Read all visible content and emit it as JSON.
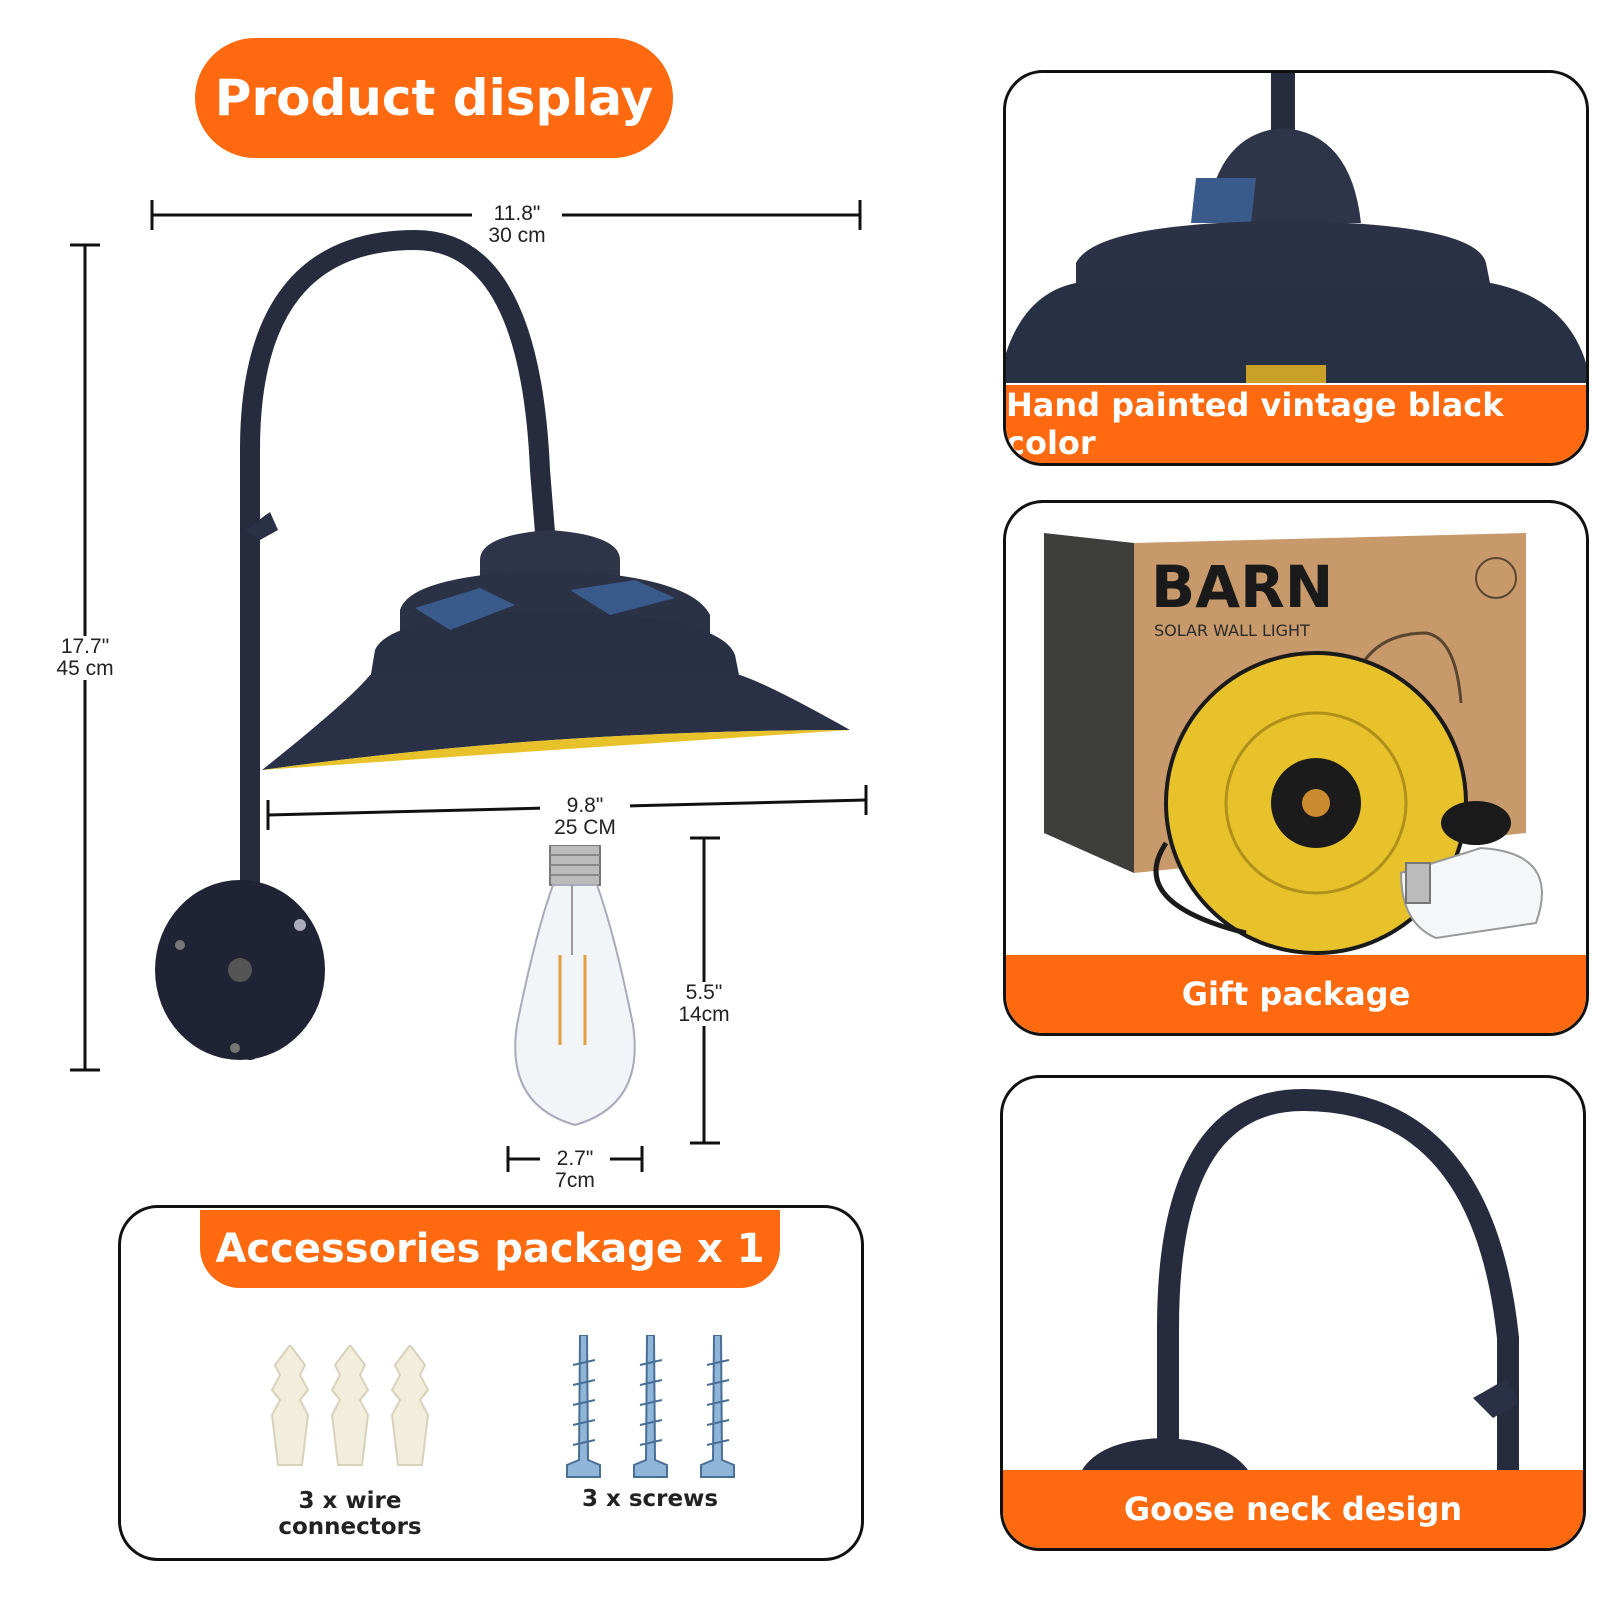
{
  "header": {
    "title": "Product display"
  },
  "dimensions": {
    "lamp_width": {
      "in": "11.8\"",
      "cm": "30 cm"
    },
    "lamp_height": {
      "in": "17.7\"",
      "cm": "45 cm"
    },
    "shade_width": {
      "in": "9.8\"",
      "cm": "25 CM"
    },
    "bulb_height": {
      "in": "5.5\"",
      "cm": "14cm"
    },
    "bulb_width": {
      "in": "2.7\"",
      "cm": "7cm"
    }
  },
  "accessories": {
    "title": "Accessories package x 1",
    "items": [
      {
        "label": "3 x wire connectors"
      },
      {
        "label": "3 x screws"
      }
    ]
  },
  "features": [
    {
      "caption": "Hand painted vintage black color"
    },
    {
      "caption": "Gift package"
    },
    {
      "caption": "Goose neck design"
    }
  ],
  "box": {
    "brand": "BARN",
    "subtitle": "SOLAR WALL LIGHT"
  },
  "colors": {
    "accent": "#ff6a10",
    "lamp": "#2a3045",
    "gold": "#e8c22a",
    "box": "#c8996a"
  }
}
